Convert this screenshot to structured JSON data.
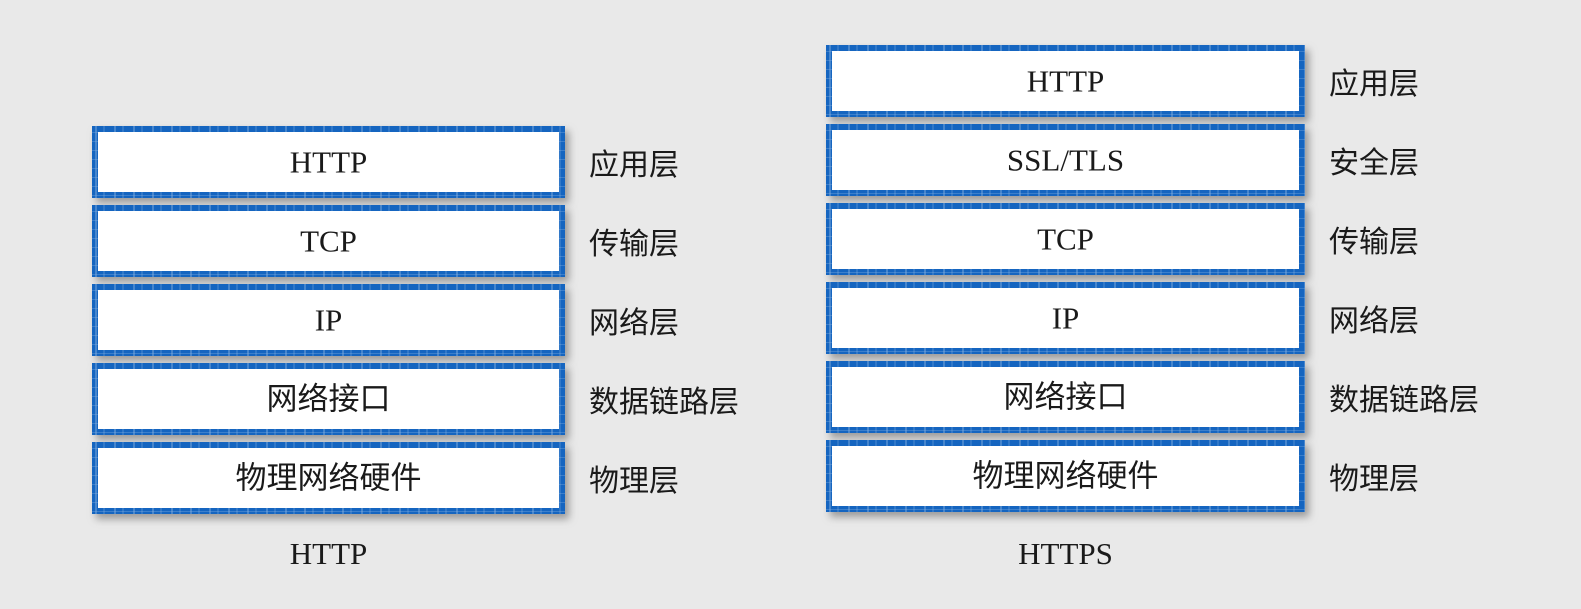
{
  "canvas": {
    "background_color": "#e9e9e9",
    "box_border_color": "#1565c0",
    "box_fill_color": "#ffffff",
    "text_color": "#1a1a1a"
  },
  "stacks": [
    {
      "id": "http",
      "caption": "HTTP",
      "layers": [
        {
          "protocol": "HTTP",
          "layer_name": "应用层"
        },
        {
          "protocol": "TCP",
          "layer_name": "传输层"
        },
        {
          "protocol": "IP",
          "layer_name": "网络层"
        },
        {
          "protocol": "网络接口",
          "layer_name": "数据链路层"
        },
        {
          "protocol": "物理网络硬件",
          "layer_name": "物理层"
        }
      ]
    },
    {
      "id": "https",
      "caption": "HTTPS",
      "layers": [
        {
          "protocol": "HTTP",
          "layer_name": "应用层"
        },
        {
          "protocol": "SSL/TLS",
          "layer_name": "安全层"
        },
        {
          "protocol": "TCP",
          "layer_name": "传输层"
        },
        {
          "protocol": "IP",
          "layer_name": "网络层"
        },
        {
          "protocol": "网络接口",
          "layer_name": "数据链路层"
        },
        {
          "protocol": "物理网络硬件",
          "layer_name": "物理层"
        }
      ]
    }
  ]
}
